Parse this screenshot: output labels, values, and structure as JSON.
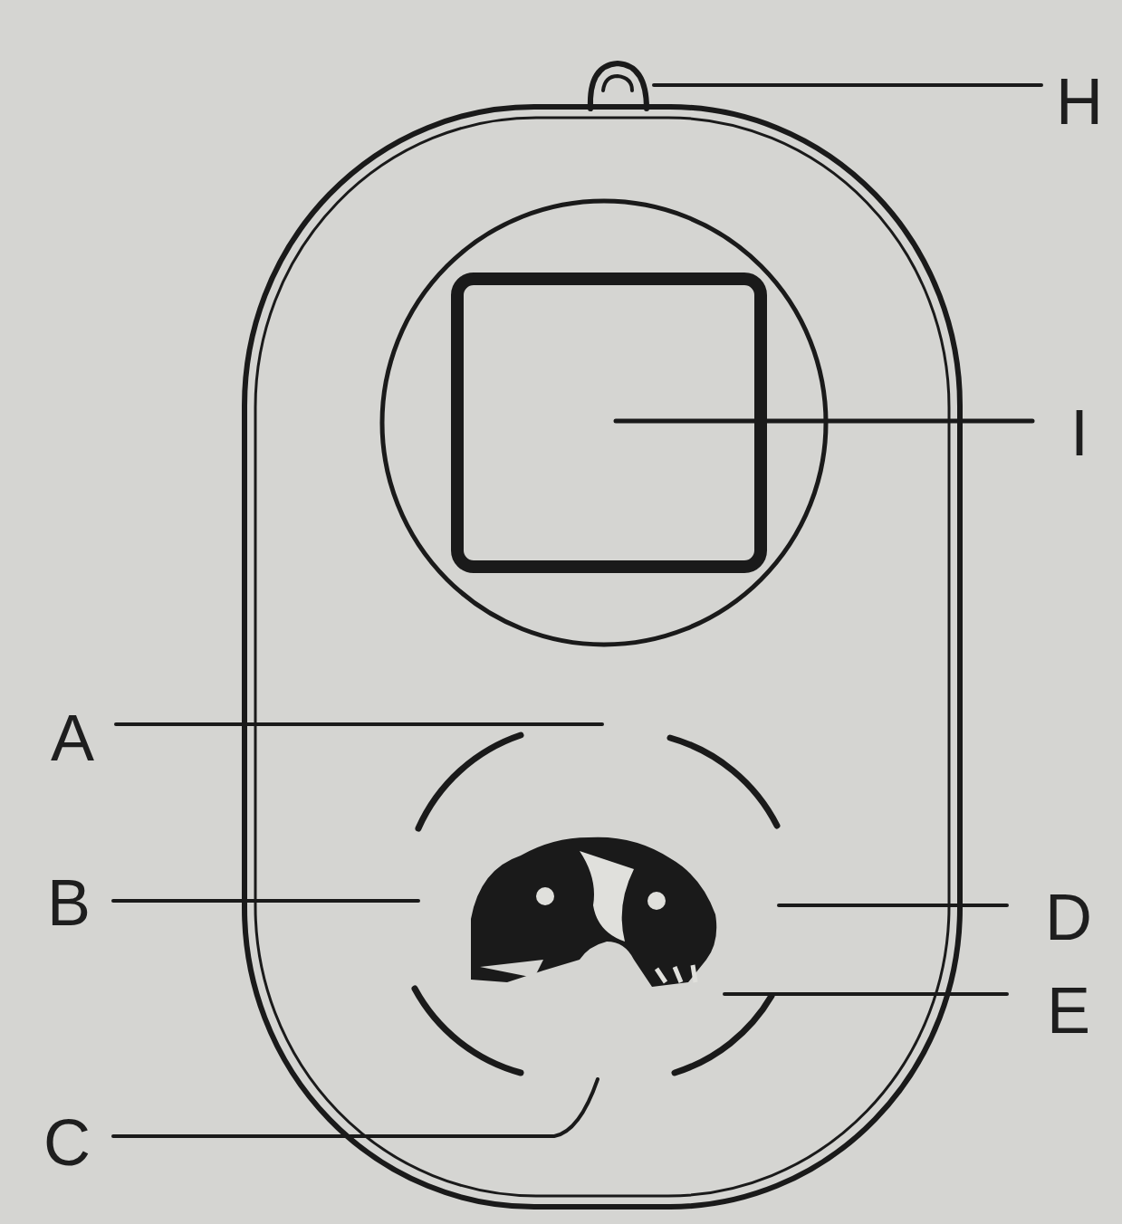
{
  "diagram": {
    "labels": [
      "H",
      "I",
      "A",
      "B",
      "D",
      "E",
      "C"
    ]
  }
}
